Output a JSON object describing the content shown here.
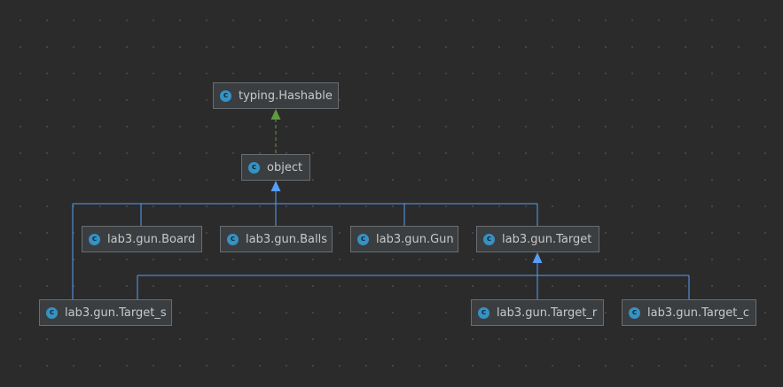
{
  "colors": {
    "background": "#2b2b2b",
    "grid_dot": "#4a4a4a",
    "node_fill": "#3b3e40",
    "node_border": "#6a6d70",
    "node_text": "#c8c8c8",
    "class_icon": "#3592c4",
    "inheritance_edge": "#589df6",
    "implements_edge": "#5f9b3e"
  },
  "icon": {
    "name": "class-icon",
    "glyph": "c"
  },
  "nodes": [
    {
      "id": "hashable",
      "label": "typing.Hashable"
    },
    {
      "id": "object",
      "label": "object"
    },
    {
      "id": "board",
      "label": "lab3.gun.Board"
    },
    {
      "id": "balls",
      "label": "lab3.gun.Balls"
    },
    {
      "id": "gun",
      "label": "lab3.gun.Gun"
    },
    {
      "id": "target",
      "label": "lab3.gun.Target"
    },
    {
      "id": "target_s",
      "label": "lab3.gun.Target_s"
    },
    {
      "id": "target_r",
      "label": "lab3.gun.Target_r"
    },
    {
      "id": "target_c",
      "label": "lab3.gun.Target_c"
    }
  ],
  "edges": [
    {
      "from": "object",
      "to": "hashable",
      "kind": "implements"
    },
    {
      "from": "board",
      "to": "object",
      "kind": "inherits"
    },
    {
      "from": "balls",
      "to": "object",
      "kind": "inherits"
    },
    {
      "from": "gun",
      "to": "object",
      "kind": "inherits"
    },
    {
      "from": "target",
      "to": "object",
      "kind": "inherits"
    },
    {
      "from": "target_s",
      "to": "object",
      "kind": "inherits"
    },
    {
      "from": "target_s",
      "to": "target",
      "kind": "inherits"
    },
    {
      "from": "target_r",
      "to": "target",
      "kind": "inherits"
    },
    {
      "from": "target_c",
      "to": "target",
      "kind": "inherits"
    }
  ]
}
